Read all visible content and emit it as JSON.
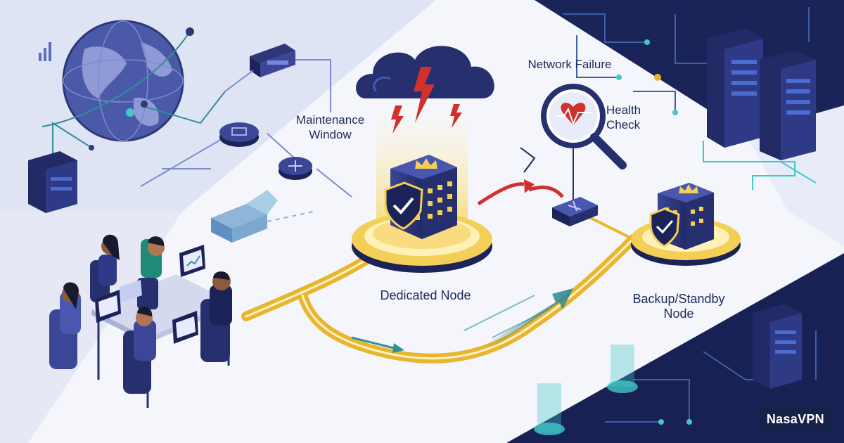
{
  "labels": {
    "maintenance_line1": "Maintenance",
    "maintenance_line2": "Window",
    "network_failure": "Network Failure",
    "health_line1": "Health",
    "health_line2": "Check",
    "dedicated_node": "Dedicated Node",
    "backup_line1": "Backup/Standby",
    "backup_line2": "Node"
  },
  "brand": {
    "watermark": "NasaVPN"
  },
  "colors": {
    "navy": "#27306e",
    "dark_navy": "#141b45",
    "gold": "#e9b52f",
    "teal": "#2f8f99",
    "cyan": "#43c7c9",
    "red": "#d0312d",
    "light_bg": "#f4f6fb"
  },
  "icons": [
    "globe-icon",
    "server-rack-icon",
    "storm-cloud-icon",
    "lightning-icon",
    "crown-icon",
    "shield-check-icon",
    "magnifier-heart-icon",
    "router-icon",
    "switch-icon",
    "laptop-icon",
    "arrow-icon"
  ]
}
